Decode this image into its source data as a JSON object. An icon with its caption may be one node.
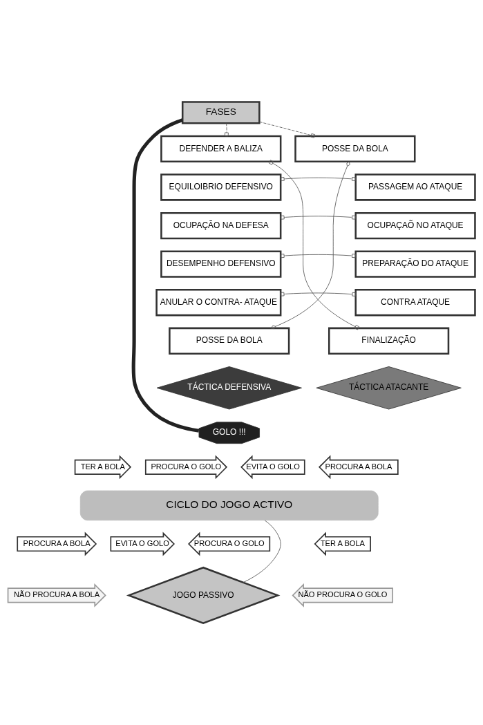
{
  "diagram": {
    "nodes": [
      {
        "text": [
          "FASES"
        ]
      },
      {
        "text": [
          "DEFENDER A BALIZA"
        ]
      },
      {
        "text": [
          "POSSE DA BOLA"
        ]
      },
      {
        "text": [
          "EQUILOIBRIO DEFENSIVO"
        ]
      },
      {
        "text": [
          "PASSAGEM AO ATAQUE"
        ]
      },
      {
        "text": [
          "OCUPAÇÃO NA DEFESA"
        ]
      },
      {
        "text": [
          "OCUPAÇAÕ NO ATAQUE"
        ]
      },
      {
        "text": [
          "DESEMPENHO DEFENSIVO"
        ]
      },
      {
        "text": [
          "PREPARAÇÃO DO ATAQUE"
        ]
      },
      {
        "text": [
          "ANULAR O CONTRA- ATAQUE"
        ]
      },
      {
        "text": [
          "CONTRA ATAQUE"
        ]
      },
      {
        "text": [
          "POSSE DA BOLA"
        ]
      },
      {
        "text": [
          "FINALIZAÇÃO"
        ]
      },
      {
        "text": [
          "TÁCTICA DEFENSIVA"
        ]
      },
      {
        "text": [
          "TÁCTICA ATACANTE"
        ]
      },
      {
        "text": [
          "GOLO !!!"
        ]
      },
      {
        "text": [
          "CICLO DO JOGO ACTIVO"
        ]
      },
      {
        "text": [
          "TER A BOLA"
        ]
      },
      {
        "text": [
          "PROCURA O GOLO"
        ]
      },
      {
        "text": [
          "EVITA O GOLO"
        ]
      },
      {
        "text": [
          "PROCURA A BOLA"
        ]
      },
      {
        "text": [
          "PROCURA A BOLA"
        ]
      },
      {
        "text": [
          "EVITA O GOLO"
        ]
      },
      {
        "text": [
          "PROCURA O GOLO"
        ]
      },
      {
        "text": [
          "TER A BOLA"
        ]
      },
      {
        "text": [
          "NÃO PROCURA A BOLA"
        ]
      },
      {
        "text": [
          "NÃO PROCURA O GOLO"
        ]
      },
      {
        "text": [
          "JOGO PASSIVO"
        ]
      }
    ],
    "edges": [
      {
        "from": 0,
        "to": 1,
        "arrow": "other",
        "style": "dashed"
      },
      {
        "from": 0,
        "to": 2,
        "arrow": "other",
        "style": "dashed"
      },
      {
        "from": 0,
        "to": 15,
        "arrow": "none",
        "style": "thick"
      },
      {
        "from": 3,
        "to": 4,
        "arrow": "other"
      },
      {
        "from": 5,
        "to": 6,
        "arrow": "other"
      },
      {
        "from": 7,
        "to": 8,
        "arrow": "other"
      },
      {
        "from": 9,
        "to": 10,
        "arrow": "other"
      },
      {
        "from": 1,
        "to": 12,
        "arrow": "other"
      },
      {
        "from": 2,
        "to": 11,
        "arrow": "other"
      },
      {
        "from": 16,
        "to": 27,
        "arrow": "none"
      }
    ]
  }
}
